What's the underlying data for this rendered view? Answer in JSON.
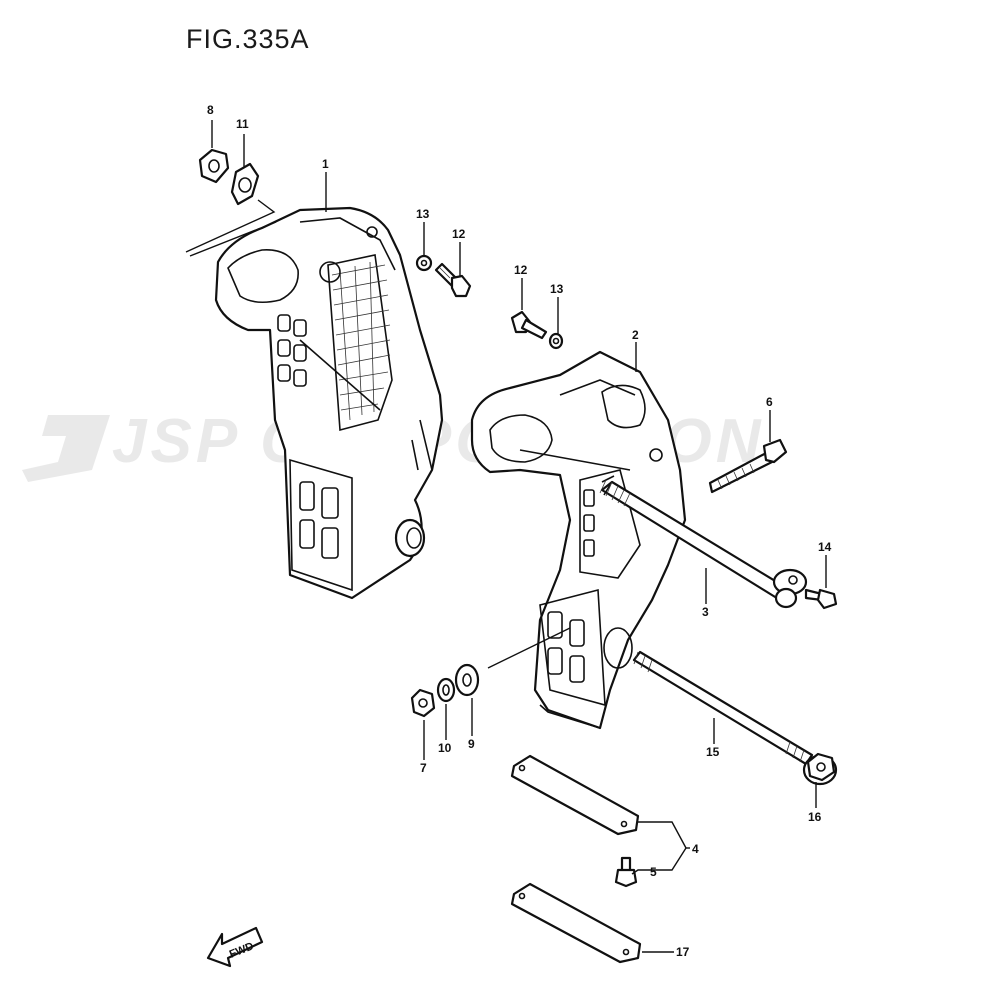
{
  "figure": {
    "title": "FIG.335A",
    "watermark": "JSP CORPORATION",
    "fwd_label": "FWD"
  },
  "callouts": [
    {
      "id": "c8",
      "label": "8"
    },
    {
      "id": "c11",
      "label": "11"
    },
    {
      "id": "c1",
      "label": "1"
    },
    {
      "id": "c13a",
      "label": "13"
    },
    {
      "id": "c12a",
      "label": "12"
    },
    {
      "id": "c12b",
      "label": "12"
    },
    {
      "id": "c13b",
      "label": "13"
    },
    {
      "id": "c2",
      "label": "2"
    },
    {
      "id": "c6",
      "label": "6"
    },
    {
      "id": "c14",
      "label": "14"
    },
    {
      "id": "c3",
      "label": "3"
    },
    {
      "id": "c7",
      "label": "7"
    },
    {
      "id": "c10",
      "label": "10"
    },
    {
      "id": "c9",
      "label": "9"
    },
    {
      "id": "c15",
      "label": "15"
    },
    {
      "id": "c16",
      "label": "16"
    },
    {
      "id": "c4",
      "label": "4"
    },
    {
      "id": "c5",
      "label": "5"
    },
    {
      "id": "c17",
      "label": "17"
    }
  ]
}
